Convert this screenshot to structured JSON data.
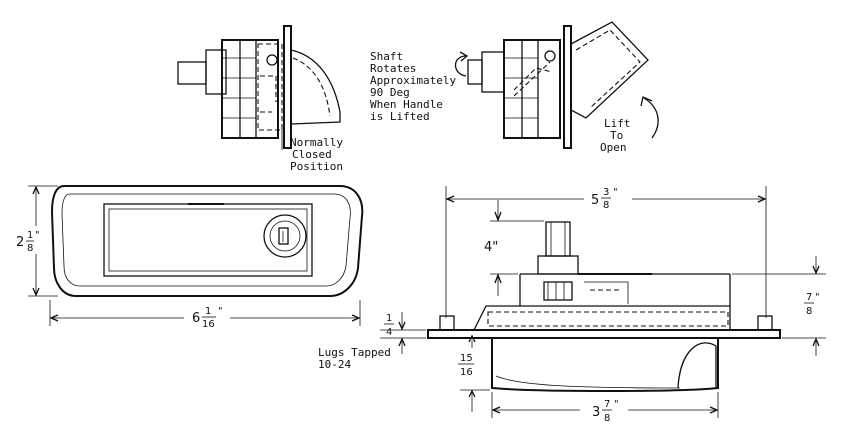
{
  "notes": {
    "shaft": [
      "Shaft",
      "Rotates",
      "Approximately",
      "90 Deg",
      "When Handle",
      "is Lifted"
    ],
    "normally_closed": [
      "Normally",
      "Closed",
      "Position"
    ],
    "lift_to_open": [
      "Lift",
      "To",
      "Open"
    ],
    "lugs": [
      "Lugs Tapped",
      "10-24"
    ]
  },
  "dimensions": {
    "overall_height": {
      "whole": "2",
      "num": "1",
      "den": "8",
      "unit": "\""
    },
    "overall_length": {
      "whole": "6",
      "num": "1",
      "den": "16",
      "unit": "\""
    },
    "width_top": {
      "whole": "5",
      "num": "3",
      "den": "8",
      "unit": "\""
    },
    "shaft_length": {
      "value": "4\""
    },
    "flange_height": {
      "num": "7",
      "den": "8",
      "unit": "\""
    },
    "flange_thickness": {
      "num": "1",
      "den": "4"
    },
    "body_depth": {
      "num": "15",
      "den": "16"
    },
    "body_width": {
      "whole": "3",
      "num": "7",
      "den": "8",
      "unit": "\""
    }
  }
}
